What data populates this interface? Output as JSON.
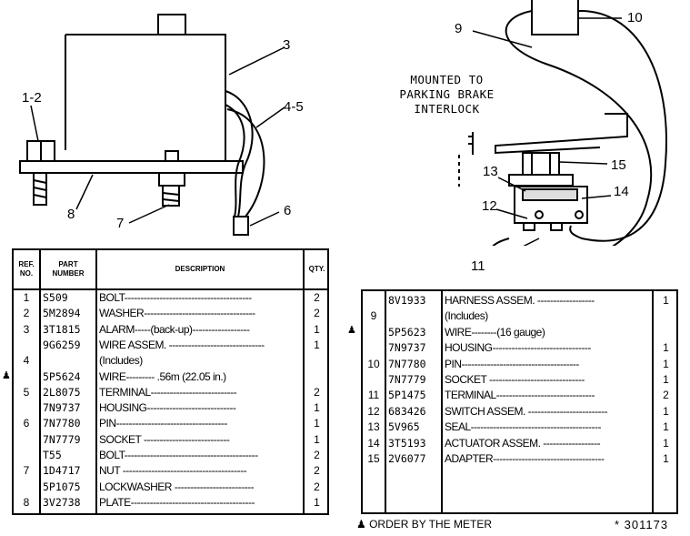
{
  "callouts": {
    "c1_2": "1-2",
    "c3": "3",
    "c4_5": "4-5",
    "c6": "6",
    "c7": "7",
    "c8": "8",
    "c9": "9",
    "c10": "10",
    "c11": "11",
    "c12": "12",
    "c13": "13",
    "c14": "14",
    "c15": "15"
  },
  "mount_note": [
    "MOUNTED TO",
    "PARKING BRAKE",
    "INTERLOCK"
  ],
  "table_headers": {
    "ref_no": [
      "REF.",
      "NO."
    ],
    "part_number": [
      "PART",
      "NUMBER"
    ],
    "description": "DESCRIPTION",
    "qty": "QTY."
  },
  "left_table": [
    {
      "ref": "1",
      "part": "S509",
      "desc": "BOLT----------------------------------------",
      "qty": "2"
    },
    {
      "ref": "2",
      "part": "5M2894",
      "desc": "WASHER-----------------------------------",
      "qty": "2"
    },
    {
      "ref": "3",
      "part": "3T1815",
      "desc": "ALARM-----(back-up)------------------",
      "qty": "1"
    },
    {
      "ref": "",
      "part": "9G6259",
      "desc": "WIRE ASSEM. ------------------------------",
      "qty": "1"
    },
    {
      "ref": "4",
      "part": "",
      "desc": "(Includes)",
      "qty": ""
    },
    {
      "ref": "",
      "part": "5P5624",
      "desc": "WIRE--------- .56m (22.05 in.)",
      "qty": "",
      "marker": "♟"
    },
    {
      "ref": "5",
      "part": "2L8075",
      "desc": "TERMINAL---------------------------",
      "qty": "2"
    },
    {
      "ref": "",
      "part": "7N9737",
      "desc": "HOUSING----------------------------",
      "qty": "1"
    },
    {
      "ref": "6",
      "part": "7N7780",
      "desc": "PIN-----------------------------------",
      "qty": "1"
    },
    {
      "ref": "",
      "part": "7N7779",
      "desc": "SOCKET ---------------------------",
      "qty": "1"
    },
    {
      "ref": "",
      "part": "T55",
      "desc": "BOLT------------------------------------------",
      "qty": "2"
    },
    {
      "ref": "7",
      "part": "1D4717",
      "desc": "NUT ---------------------------------------",
      "qty": "2"
    },
    {
      "ref": "",
      "part": "5P1075",
      "desc": "LOCKWASHER -------------------------",
      "qty": "2"
    },
    {
      "ref": "8",
      "part": "3V2738",
      "desc": "PLATE---------------------------------------",
      "qty": "1"
    }
  ],
  "right_table": [
    {
      "ref": "",
      "part": "8V1933",
      "desc": "HARNESS ASSEM. ------------------",
      "qty": "1"
    },
    {
      "ref": "9",
      "part": "",
      "desc": "(Includes)",
      "qty": ""
    },
    {
      "ref": "",
      "part": "5P5623",
      "desc": "WIRE--------(16 gauge)",
      "qty": "",
      "marker": "♟"
    },
    {
      "ref": "",
      "part": "7N9737",
      "desc": "HOUSING-------------------------------",
      "qty": "1"
    },
    {
      "ref": "10",
      "part": "7N7780",
      "desc": "PIN-------------------------------------",
      "qty": "1"
    },
    {
      "ref": "",
      "part": "7N7779",
      "desc": "SOCKET ------------------------------",
      "qty": "1"
    },
    {
      "ref": "11",
      "part": "5P1475",
      "desc": "TERMINAL-------------------------------",
      "qty": "2"
    },
    {
      "ref": "12",
      "part": "683426",
      "desc": "SWITCH ASSEM. -------------------------",
      "qty": "1"
    },
    {
      "ref": "13",
      "part": "5V965",
      "desc": "SEAL-----------------------------------------",
      "qty": "1"
    },
    {
      "ref": "14",
      "part": "3T5193",
      "desc": "ACTUATOR ASSEM. ------------------",
      "qty": "1"
    },
    {
      "ref": "15",
      "part": "2V6077",
      "desc": "ADAPTER-----------------------------------",
      "qty": "1"
    }
  ],
  "footnote": "♟ ORDER BY THE METER",
  "doc_id": "* 301173",
  "icons": {
    "order_marker": "pawn-marker-icon"
  }
}
